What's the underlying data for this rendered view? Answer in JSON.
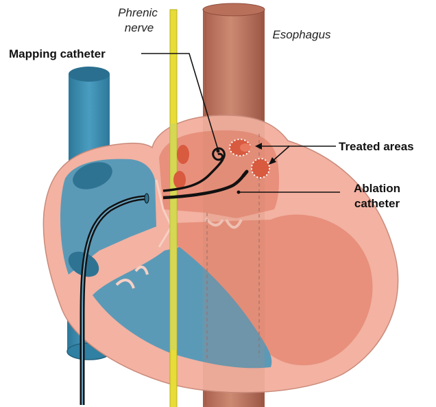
{
  "labels": {
    "phrenic_line1": "Phrenic",
    "phrenic_line2": "nerve",
    "esophagus": "Esophagus",
    "mapping_catheter": "Mapping catheter",
    "treated_areas": "Treated areas",
    "ablation_line1": "Ablation",
    "ablation_line2": "catheter"
  },
  "colors": {
    "vein": "#3d8fb2",
    "vein_dark": "#2a6f8f",
    "esophagus": "#c77d67",
    "esophagus_dark": "#a85f4c",
    "nerve": "#e7dc38",
    "heart_outer": "#f3b2a2",
    "right_chamber": "#5b9ab7",
    "left_chamber": "#e8907c",
    "treated_area": "#d85a3f",
    "leader": "#111111"
  },
  "icons": [
    "mapping-catheter-loop",
    "ablation-catheter-tip",
    "treated-area-spot"
  ]
}
